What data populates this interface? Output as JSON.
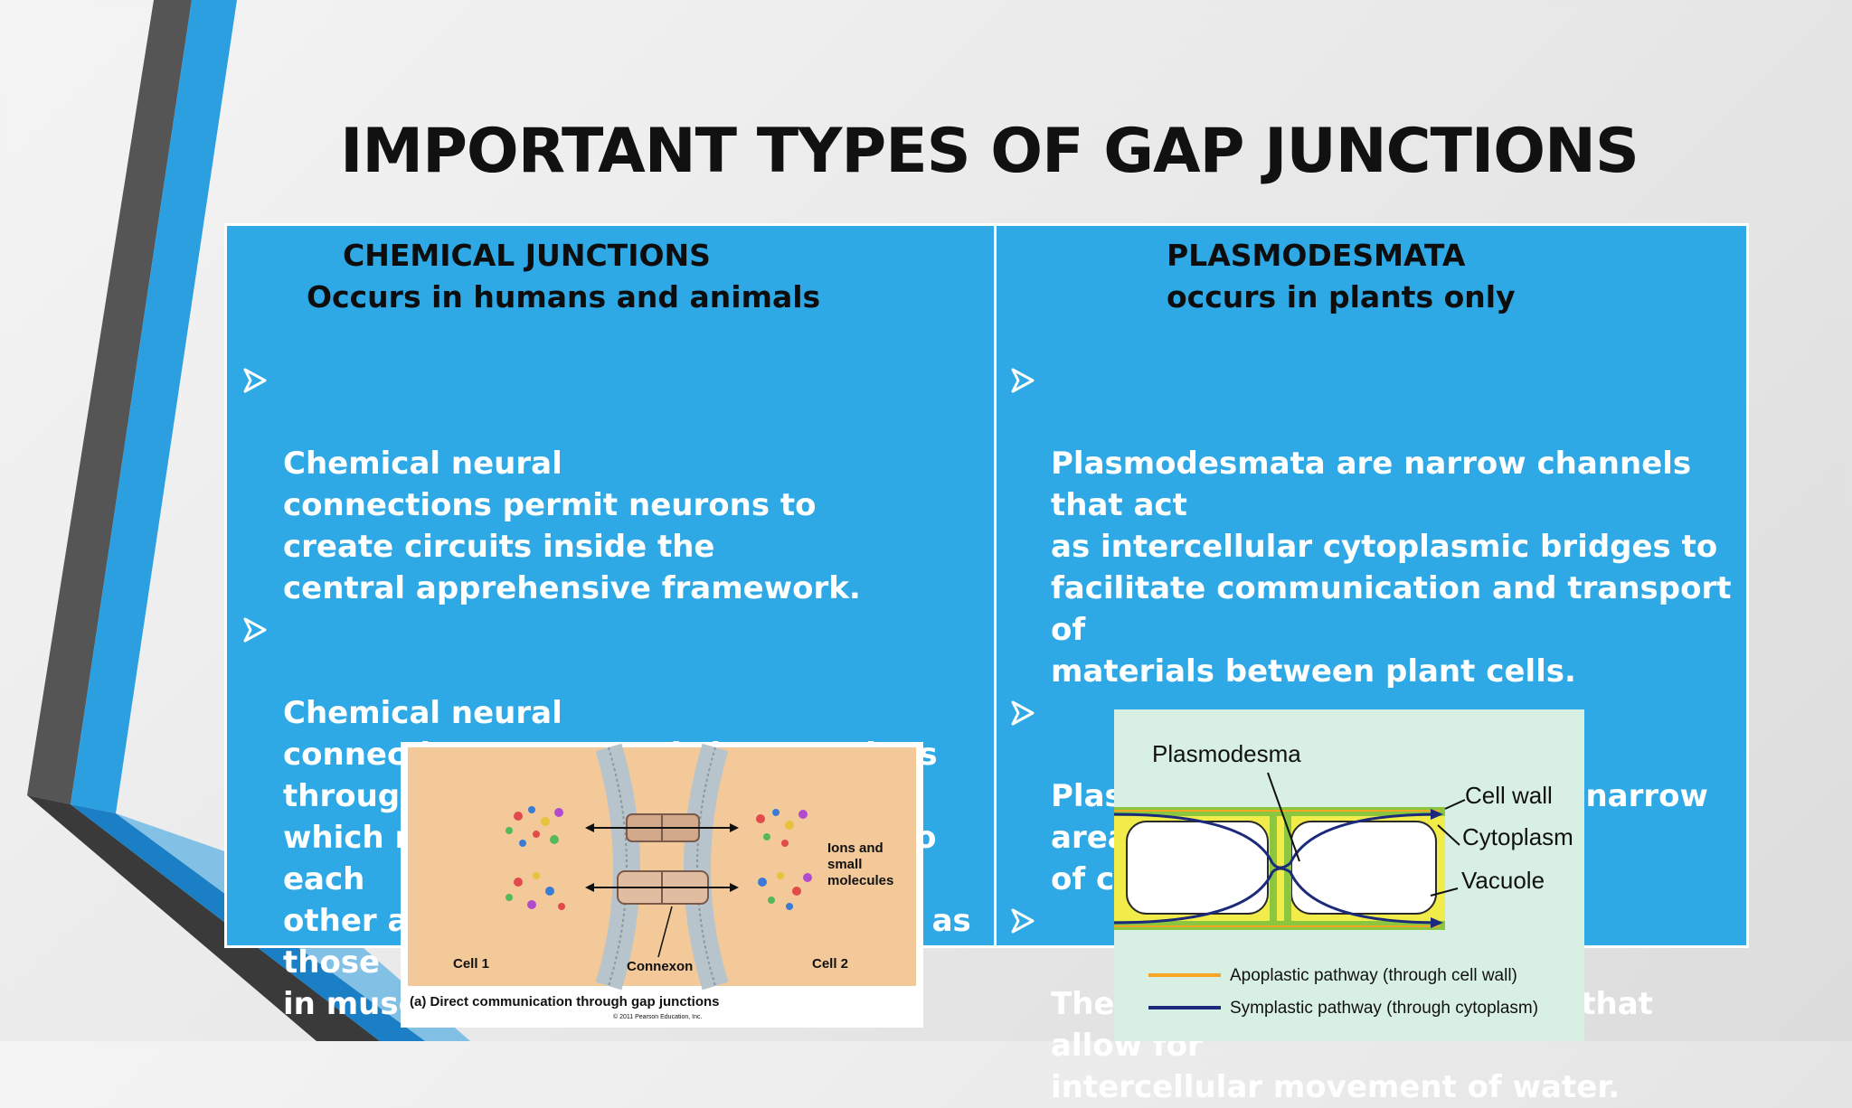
{
  "slide": {
    "title": "IMPORTANT TYPES OF GAP JUNCTIONS"
  },
  "left_column": {
    "heading": "CHEMICAL JUNCTIONS",
    "subheading": "Occurs in humans and animals",
    "bullets": [
      "Chemical neural\nconnections permit neurons to\ncreate circuits inside the\ncentral apprehensive framework.",
      "Chemical neural\nconnections are organic intersections through\nwhich neurons' signals can be sent to each\nother and to non-neuronal cells such as those\nin muscles or organs."
    ],
    "figure": {
      "label_ions": "Ions and",
      "label_small": "small",
      "label_molecules": "molecules",
      "label_cell1": "Cell 1",
      "label_cell2": "Cell 2",
      "label_connexon": "Connexon",
      "caption": "(a) Direct communication through gap junctions",
      "copyright": "© 2011 Pearson Education, Inc."
    }
  },
  "right_column": {
    "heading": "PLASMODESMATA",
    "subheading": "occurs in plants only",
    "bullets": [
      "Plasmodesmata are narrow channels that act\nas intercellular cytoplasmic bridges to\nfacilitate communication and transport of\nmaterials between plant cells.",
      "Plasmodesmata are located in narrow areas\nof cell walls.",
      "They are specialized channels that allow for\nintercellular movement of water."
    ],
    "figure": {
      "label_plasmodesma": "Plasmodesma",
      "label_cell_wall": "Cell wall",
      "label_cytoplasm": "Cytoplasm",
      "label_vacuole": "Vacuole",
      "legend_apoplastic": "Apoplastic pathway (through cell wall)",
      "legend_symplastic": "Symplastic pathway (through cytoplasm)"
    }
  },
  "colors": {
    "table_fill": "#2ea9e6",
    "accent_blue": "#1e8fd6",
    "dark_stripe": "#4a4a4a"
  }
}
